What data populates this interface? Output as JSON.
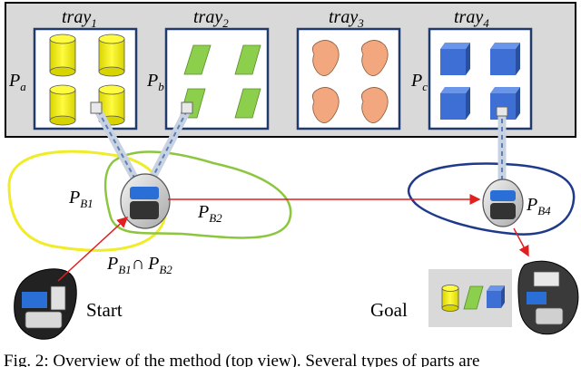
{
  "trays": [
    {
      "label": "tray",
      "sub": "1",
      "region": "P",
      "region_sub": "a",
      "part": "cylinder",
      "color": "#f2ee00"
    },
    {
      "label": "tray",
      "sub": "2",
      "region": "P",
      "region_sub": "b",
      "part": "parallelogram",
      "color": "#8ccf4d"
    },
    {
      "label": "tray",
      "sub": "3",
      "region": "",
      "region_sub": "",
      "part": "blob",
      "color": "#f2a77e"
    },
    {
      "label": "tray",
      "sub": "4",
      "region": "P",
      "region_sub": "c",
      "part": "cube",
      "color": "#3e6fd4"
    }
  ],
  "regions": {
    "pb1": {
      "main": "P",
      "sub": "B1"
    },
    "pb2": {
      "main": "P",
      "sub": "B2"
    },
    "pb4": {
      "main": "P",
      "sub": "B4"
    },
    "intersection": {
      "left": "P",
      "left_sub": "B1",
      "op": "∩",
      "right": "P",
      "right_sub": "B2"
    }
  },
  "labels": {
    "start": "Start",
    "goal": "Goal"
  },
  "caption": "Fig. 2: Overview of the method (top view). Several types of parts are",
  "colors": {
    "yellow_region": "#f0ec2a",
    "green_region": "#8cc63f",
    "blue_region": "#1f3a8a",
    "arrow": "#e02020",
    "panel_bg": "#d9d9d9",
    "tray_border": "#1f3a6b"
  }
}
